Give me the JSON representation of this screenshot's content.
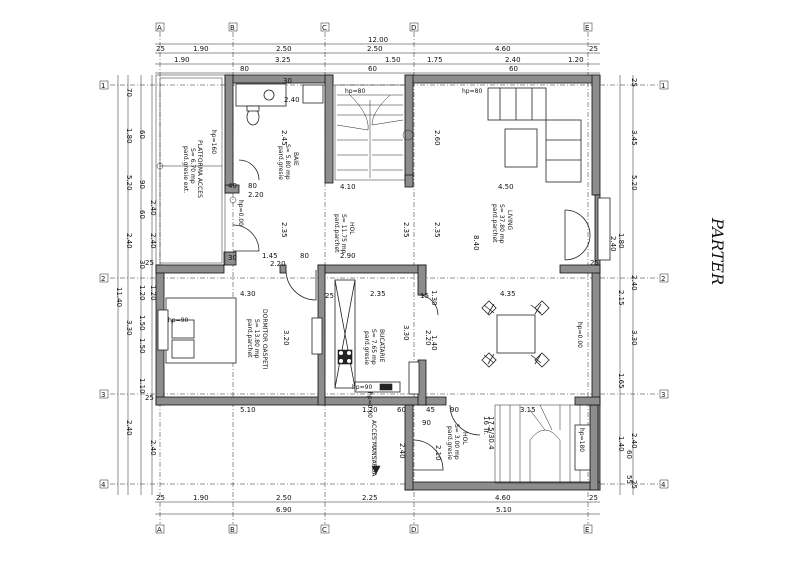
{
  "title": "PARTER",
  "axes": {
    "columns": [
      "A",
      "B",
      "C",
      "D",
      "E"
    ],
    "rows": [
      "1",
      "2",
      "3",
      "4"
    ]
  },
  "dims_top": {
    "overall": "12.00",
    "row1": [
      "25",
      "1.90",
      "2.50",
      "2.50",
      "4.60",
      "25"
    ],
    "row2": [
      "1.90",
      "3.25",
      "1.50",
      "1.75",
      "2.40",
      "1.20"
    ],
    "row3": [
      "80",
      "60",
      "60"
    ]
  },
  "dims_bottom": {
    "row1": [
      "25",
      "1.90",
      "2.50",
      "2.25",
      "4.60",
      "25"
    ],
    "row2": [
      "6.90",
      "5.10"
    ]
  },
  "dims_left": {
    "overall": "11.40",
    "row1": [
      "70",
      "1.80",
      "5.20",
      "2.40",
      "3.30",
      "2.40"
    ],
    "row2": [
      "60",
      "90",
      "60",
      "30",
      "1.20",
      "1.50",
      "1.50",
      "1.10"
    ],
    "row3": [
      "2.40",
      "2.40",
      "1.20",
      "2.40"
    ]
  },
  "dims_right": {
    "row1": [
      "25",
      "3.45",
      "5.20",
      "2.40",
      "3.30",
      "2.40",
      "25"
    ],
    "row2": [
      "1.80",
      "2.40",
      "2.15",
      "1.65",
      "1.40",
      "60",
      "55"
    ]
  },
  "rooms": [
    {
      "name": "PLATFORMA ACCES",
      "area": "S= 6.70 mp",
      "finish": "pard.gresie ext."
    },
    {
      "name": "BAIE",
      "area": "S= 5.80 mp",
      "finish": "pard.gresie"
    },
    {
      "name": "HOL",
      "area": "S= 11.75 mp",
      "finish": "pard.parchet"
    },
    {
      "name": "LIVING",
      "area": "S= 37.80 mp",
      "finish": "pard.parchet"
    },
    {
      "name": "DORMITOR OASPETI",
      "area": "S= 13.80 mp",
      "finish": "pard.parchet"
    },
    {
      "name": "BUCATARIE",
      "area": "S= 7.65 mp",
      "finish": "pard.gresie"
    },
    {
      "name": "HOL",
      "area": "S= 3.00 mp",
      "finish": "pard.gresie"
    },
    {
      "name": "ACCES MANSARDA",
      "area": "",
      "finish": ""
    }
  ],
  "inner_dims": {
    "baie": [
      "2.40",
      "2.45",
      "30"
    ],
    "hol": [
      "4.10",
      "2.35",
      "2.35",
      "1.45",
      "80",
      "2.90",
      "2.20"
    ],
    "living": [
      "2.60",
      "4.50",
      "2.35",
      "8.40",
      "4.35",
      "2.40",
      "1.80"
    ],
    "dormitor": [
      "4.30",
      "3.20",
      "5.10"
    ],
    "bucatarie": [
      "2.35",
      "3.30",
      "2.20",
      "1.40",
      "1.20",
      "60",
      "45",
      "90"
    ],
    "hol2": [
      "3.15",
      "2.10",
      "2.40",
      "90",
      "16 Tr.",
      "17.5/30.4"
    ],
    "misc": [
      "80",
      "2.20",
      "40",
      "30",
      "25",
      "25",
      "25",
      "25",
      "15",
      "1.30"
    ]
  },
  "heights": [
    "hp=160",
    "hp=80",
    "hp=80",
    "hp=0.00",
    "hp=90",
    "hp=0.00",
    "hp=180",
    "hp=90",
    "hp=0.00"
  ]
}
